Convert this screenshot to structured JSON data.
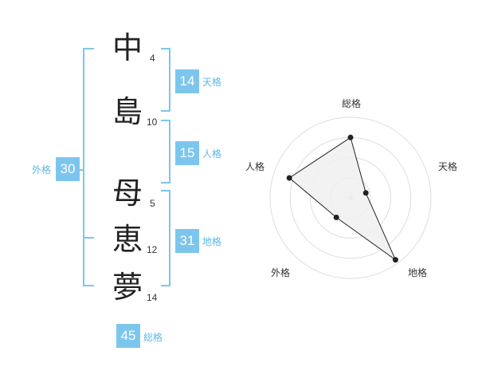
{
  "name": {
    "chars": [
      {
        "char": "中",
        "strokes": "4"
      },
      {
        "char": "島",
        "strokes": "10"
      },
      {
        "char": "母",
        "strokes": "5"
      },
      {
        "char": "恵",
        "strokes": "12"
      },
      {
        "char": "夢",
        "strokes": "14"
      }
    ]
  },
  "kakusu": {
    "tenkaku": {
      "value": "14",
      "label": "天格"
    },
    "jinkaku": {
      "value": "15",
      "label": "人格"
    },
    "chikaku": {
      "value": "31",
      "label": "地格"
    },
    "gaikaku": {
      "value": "30",
      "label": "外格"
    },
    "soukaku": {
      "value": "45",
      "label": "総格"
    }
  },
  "chart_data": {
    "type": "radar",
    "axes": [
      "総格",
      "天格",
      "地格",
      "外格",
      "人格"
    ],
    "values": [
      0.75,
      0.2,
      0.95,
      0.3,
      0.8
    ],
    "rings": 4,
    "colors": {
      "fill": "#f0f0f0",
      "stroke": "#222222",
      "grid": "#dddddd"
    }
  },
  "colors": {
    "accent": "#7cc6ee",
    "label": "#5cb8e6"
  }
}
